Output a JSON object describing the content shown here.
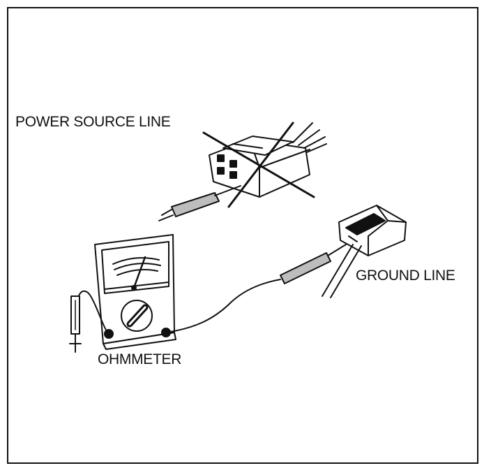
{
  "labels": {
    "power_source_line": "POWER SOURCE LINE",
    "ground_line": "GROUND LINE",
    "ohmmeter": "OHMMETER"
  },
  "colors": {
    "ink": "#111111",
    "paper": "#ffffff",
    "shade": "#bdbdbd"
  }
}
